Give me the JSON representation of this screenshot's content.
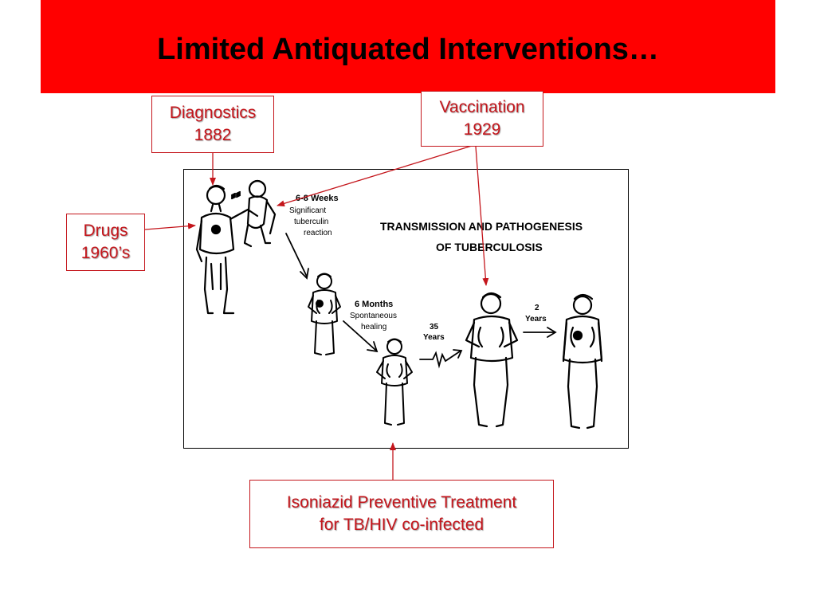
{
  "slide": {
    "title": "Limited Antiquated Interventions…",
    "header_color": "#ff0000",
    "accent_color": "#c4161c"
  },
  "callouts": {
    "diagnostics": {
      "line1": "Diagnostics",
      "line2": "1882"
    },
    "vaccination": {
      "line1": "Vaccination",
      "line2": "1929"
    },
    "drugs": {
      "line1": "Drugs",
      "line2": "1960’s"
    },
    "ipt": {
      "line1": "Isoniazid Preventive Treatment",
      "line2": "for TB/HIV co-infected"
    }
  },
  "figure": {
    "title_line1": "TRANSMISSION AND PATHOGENESIS",
    "title_line2": "OF TUBERCULOSIS",
    "stage1": {
      "line1": "6-8 Weeks",
      "line2": "Significant",
      "line3": "tuberculin",
      "line4": "reaction"
    },
    "stage2": {
      "line1": "6 Months",
      "line2": "Spontaneous",
      "line3": "healing"
    },
    "stage3": {
      "line1": "35",
      "line2": "Years"
    },
    "stage4": {
      "line1": "2",
      "line2": "Years"
    },
    "icons": [
      "adult-holding-child-icon",
      "child-figure-icon",
      "young-child-figure-icon",
      "adult-figure-icon",
      "sick-adult-figure-icon"
    ]
  }
}
